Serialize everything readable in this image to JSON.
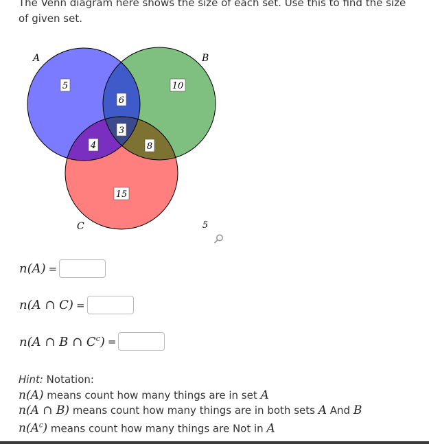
{
  "intro_text": "The Venn diagram here shows the size of each set. Use this to find the size of given set.",
  "venn": {
    "set_labels": {
      "A": "A",
      "B": "B",
      "C": "C"
    },
    "region_values": {
      "a_only": "5",
      "b_only": "10",
      "c_only": "15",
      "a_and_b_only": "6",
      "a_and_c_only": "4",
      "b_and_c_only": "8",
      "a_b_c": "3",
      "outside": "5"
    },
    "colors": {
      "A": "#7b7bff",
      "B": "#7fbf7f",
      "C": "#ff7f7f",
      "AB": "#3f5bc9",
      "AC": "#7a2fc0",
      "BC": "#7d7232",
      "ABC": "#3c4a8c"
    }
  },
  "questions": [
    {
      "prefix": "n(",
      "expr": "A",
      "suffix": ")",
      "equals": "=",
      "value": ""
    },
    {
      "prefix": "n(",
      "expr": "A ∩ C",
      "suffix": ")",
      "equals": "=",
      "value": ""
    },
    {
      "prefix": "n(",
      "expr": "A ∩ B ∩ C",
      "sup": "c",
      "suffix": ")",
      "equals": "=",
      "value": ""
    }
  ],
  "hint": {
    "label": "Hint:",
    "title": "Notation:",
    "lines": [
      {
        "expr": "n(A)",
        "text": " means count how many things are in set ",
        "tail": "A"
      },
      {
        "expr": "n(A ∩ B)",
        "text": " means count how many things are in both sets ",
        "tail": "A",
        "mid": " And ",
        "tail2": "B"
      },
      {
        "expr": "n(A",
        "sup": "c",
        "expr_end": ")",
        "text": " means count how many things are Not in ",
        "tail": "A"
      }
    ]
  },
  "icons": {
    "zoom": "magnifier-icon"
  }
}
